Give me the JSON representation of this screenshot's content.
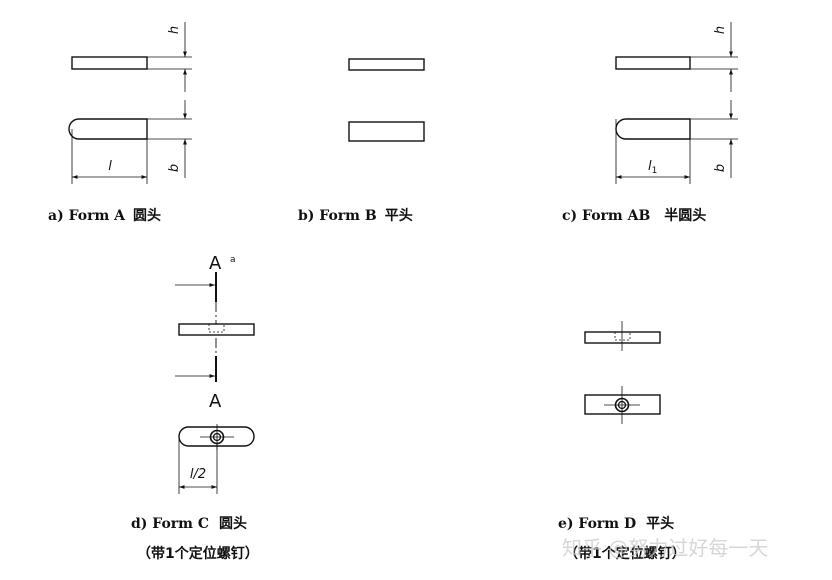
{
  "figures": [
    {
      "id": "form-a",
      "caption": "a) Form A",
      "caption_cn": "圆头",
      "dims": {
        "thickness": "h",
        "width": "b",
        "length": "l"
      }
    },
    {
      "id": "form-b",
      "caption": "b) Form B",
      "caption_cn": "平头"
    },
    {
      "id": "form-ab",
      "caption": "c) Form AB",
      "caption_cn": "半圆头",
      "dims": {
        "thickness": "h",
        "width": "b",
        "length": "l",
        "length_sub": "1"
      }
    },
    {
      "id": "form-c",
      "caption": "d) Form C",
      "caption_cn": "圆头",
      "note": "（带1个定位螺钉）",
      "section_label": "A",
      "section_note": "a",
      "dims": {
        "half_length": "l/2"
      }
    },
    {
      "id": "form-d",
      "caption": "e) Form D",
      "caption_cn": "平头",
      "note": "（带1个定位螺钉）"
    }
  ],
  "watermark": "知乎 @努力过好每一天",
  "colors": {
    "ink": "#111111",
    "background": "#ffffff",
    "watermark": "#c9c9c9"
  }
}
